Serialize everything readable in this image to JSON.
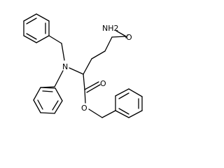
{
  "molecule": {
    "atoms": {
      "amine_n": "N",
      "amide_nh2": "NH2",
      "amide_o": "O",
      "ester_o_carbonyl": "O",
      "ester_o_ether": "O"
    }
  },
  "colors": {
    "bond": "#000000",
    "label": "#000000",
    "background": "#ffffff"
  }
}
